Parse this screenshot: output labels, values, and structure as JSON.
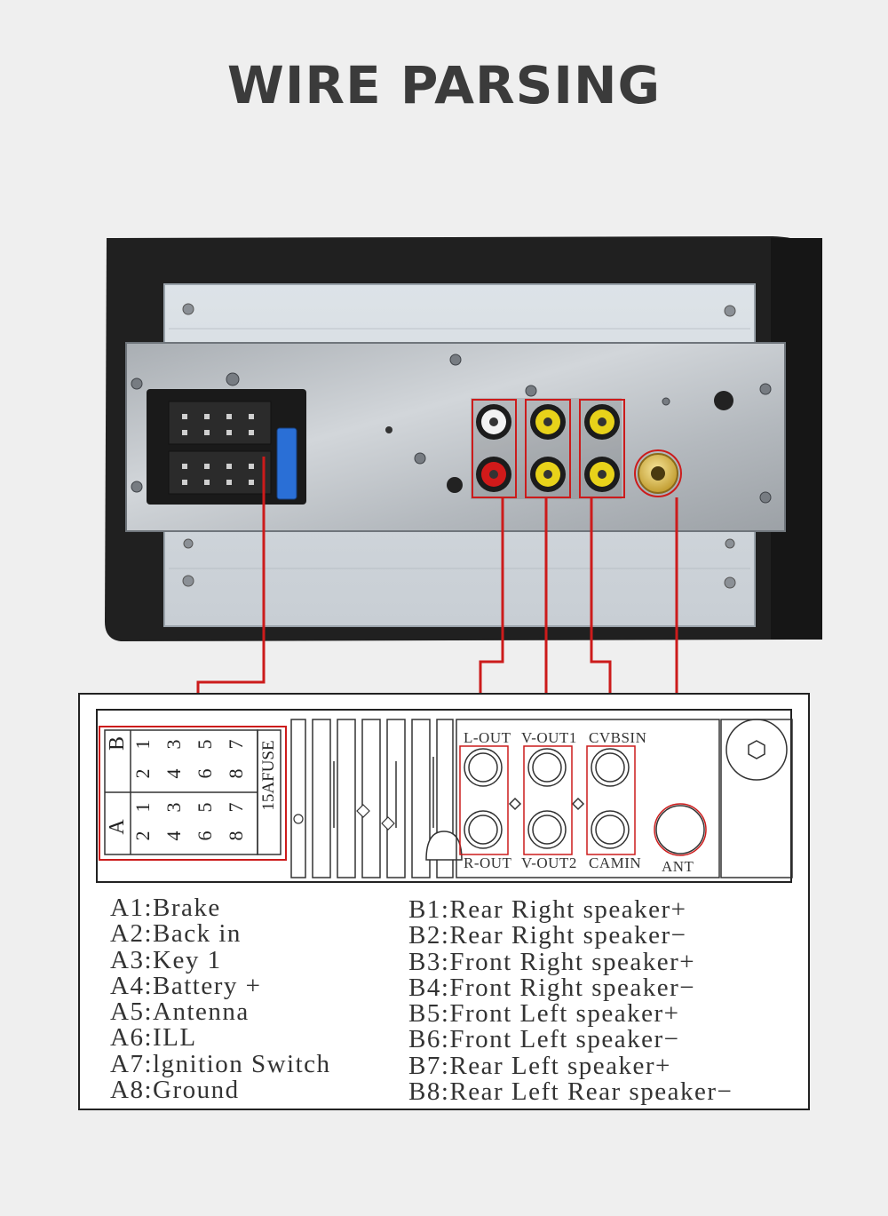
{
  "header": {
    "title": "WIRE PARSING"
  },
  "diagram": {
    "connector": {
      "row_b_letter": "B",
      "row_a_letter": "A",
      "top_numbers": [
        "1",
        "3",
        "5",
        "7"
      ],
      "bottom_numbers": [
        "2",
        "4",
        "6",
        "8"
      ],
      "fuse_label": "15AFUSE"
    },
    "ports": {
      "l_out": "L-OUT",
      "v_out1": "V-OUT1",
      "cvbsin": "CVBSIN",
      "r_out": "R-OUT",
      "v_out2": "V-OUT2",
      "camin": "CAMIN",
      "ant": "ANT"
    }
  },
  "legend": {
    "a_pins": [
      "A1:Brake",
      "A2:Back in",
      "A3:Key 1",
      "A4:Battery +",
      "A5:Antenna",
      "A6:ILL",
      "A7:lgnition Switch",
      "A8:Ground"
    ],
    "b_pins": [
      "B1:Rear Right speaker+",
      "B2:Rear Right speaker−",
      "B3:Front Right speaker+",
      "B4:Front Right speaker−",
      "B5:Front Left speaker+",
      "B6:Front Left speaker−",
      "B7:Rear Left speaker+",
      "B8:Rear Left Rear speaker−"
    ]
  },
  "colors": {
    "callout_red": "#cc1b1b",
    "rca_yellow": "#e8d21a",
    "rca_red": "#d11a1a",
    "rca_white": "#f2f2f2",
    "panel_metal": "#b9bec4",
    "frame_black": "#1e1e1e"
  }
}
